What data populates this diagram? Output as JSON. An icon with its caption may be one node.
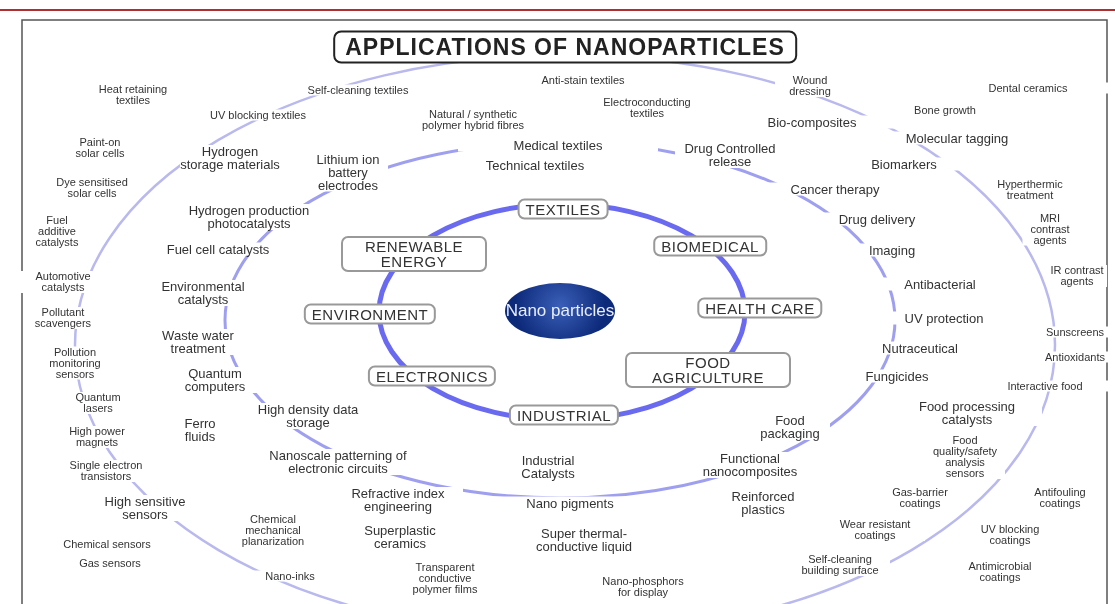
{
  "diagram": {
    "title": "APPLICATIONS OF NANOPARTICLES",
    "nodes": [
      {
        "text": [
          "Nano particles"
        ]
      },
      {
        "text": [
          "TEXTILES"
        ]
      },
      {
        "text": [
          "RENEWABLE ENERGY"
        ]
      },
      {
        "text": [
          "BIOMEDICAL"
        ]
      },
      {
        "text": [
          "ENVIRONMENT"
        ]
      },
      {
        "text": [
          "HEALTH CARE"
        ]
      },
      {
        "text": [
          "ELECTRONICS"
        ]
      },
      {
        "text": [
          "FOOD AGRICULTURE"
        ]
      },
      {
        "text": [
          "INDUSTRIAL"
        ]
      }
    ],
    "labels": [
      "Heat retaining textiles",
      "Self-cleaning textiles",
      "Anti-stain textiles",
      "Wound dressing",
      "Dental ceramics",
      "UV blocking textiles",
      "Natural / synthetic polymer hybrid fibres",
      "Electroconducting textiles",
      "Bone growth",
      "Bio-composites",
      "Molecular tagging",
      "Paint-on solar cells",
      "Hydrogen storage materials",
      "Medical textiles",
      "Drug Controlled release",
      "Lithium ion battery electrodes",
      "Technical textiles",
      "Biomarkers",
      "Dye sensitised solar cells",
      "Cancer therapy",
      "Hyperthermic treatment",
      "Hydrogen production photocatalysts",
      "Drug delivery",
      "Fuel additive catalysts",
      "MRI contrast agents",
      "Fuel cell catalysts",
      "Imaging",
      "Automotive catalysts",
      "IR contrast agents",
      "Environmental catalysts",
      "Antibacterial",
      "Pollutant scavengers",
      "UV protection",
      "Sunscreens",
      "Waste water treatment",
      "Nutraceutical",
      "Pollution monitoring sensors",
      "Antioxidants",
      "Quantum computers",
      "Fungicides",
      "Interactive food",
      "Quantum lasers",
      "High density data storage",
      "Ferro fluids",
      "Food packaging",
      "Food processing catalysts",
      "High power magnets",
      "Food quality/safety analysis sensors",
      "Single electron transistors",
      "Nanoscale patterning of electronic circuits",
      "Industrial Catalysts",
      "Functional nanocomposites",
      "High sensitive sensors",
      "Refractive index engineering",
      "Nano pigments",
      "Reinforced plastics",
      "Gas-barrier coatings",
      "Antifouling coatings",
      "Chemical mechanical planarization",
      "Superplastic ceramics",
      "Super thermal-conductive liquid",
      "Wear resistant coatings",
      "UV blocking coatings",
      "Chemical sensors",
      "Gas sensors",
      "Nano-inks",
      "Transparent conductive polymer films",
      "Self-cleaning building surface",
      "Antimicrobial coatings",
      "Nano-phosphors for display"
    ]
  }
}
